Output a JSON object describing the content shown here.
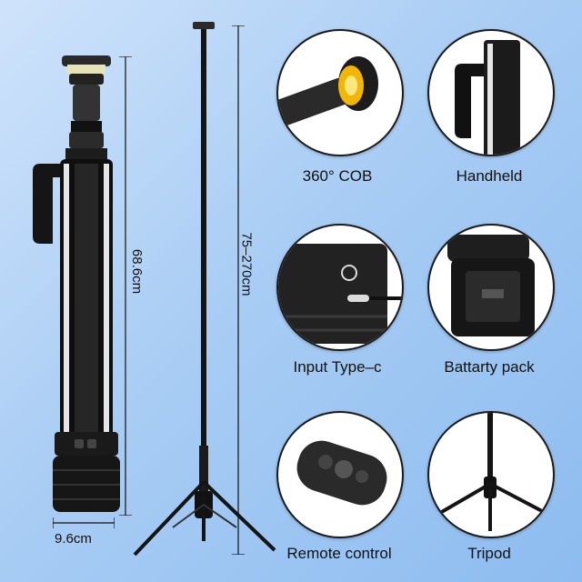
{
  "dimensions": {
    "height_collapsed": "68.6cm",
    "height_range": "75–270cm",
    "width": "9.6cm"
  },
  "features": [
    {
      "label": "360°  COB",
      "icon": "cob-light-icon"
    },
    {
      "label": "Handheld",
      "icon": "handle-icon"
    },
    {
      "label": "Input Type–c",
      "icon": "usb-c-port-icon"
    },
    {
      "label": "Battarty pack",
      "icon": "battery-adapter-icon"
    },
    {
      "label": "Remote control",
      "icon": "remote-control-icon"
    },
    {
      "label": "Tripod",
      "icon": "tripod-icon"
    }
  ],
  "colors": {
    "background": "#a9cdf4",
    "product": "#1a1a1a",
    "cob_glow": "#f2b705"
  }
}
